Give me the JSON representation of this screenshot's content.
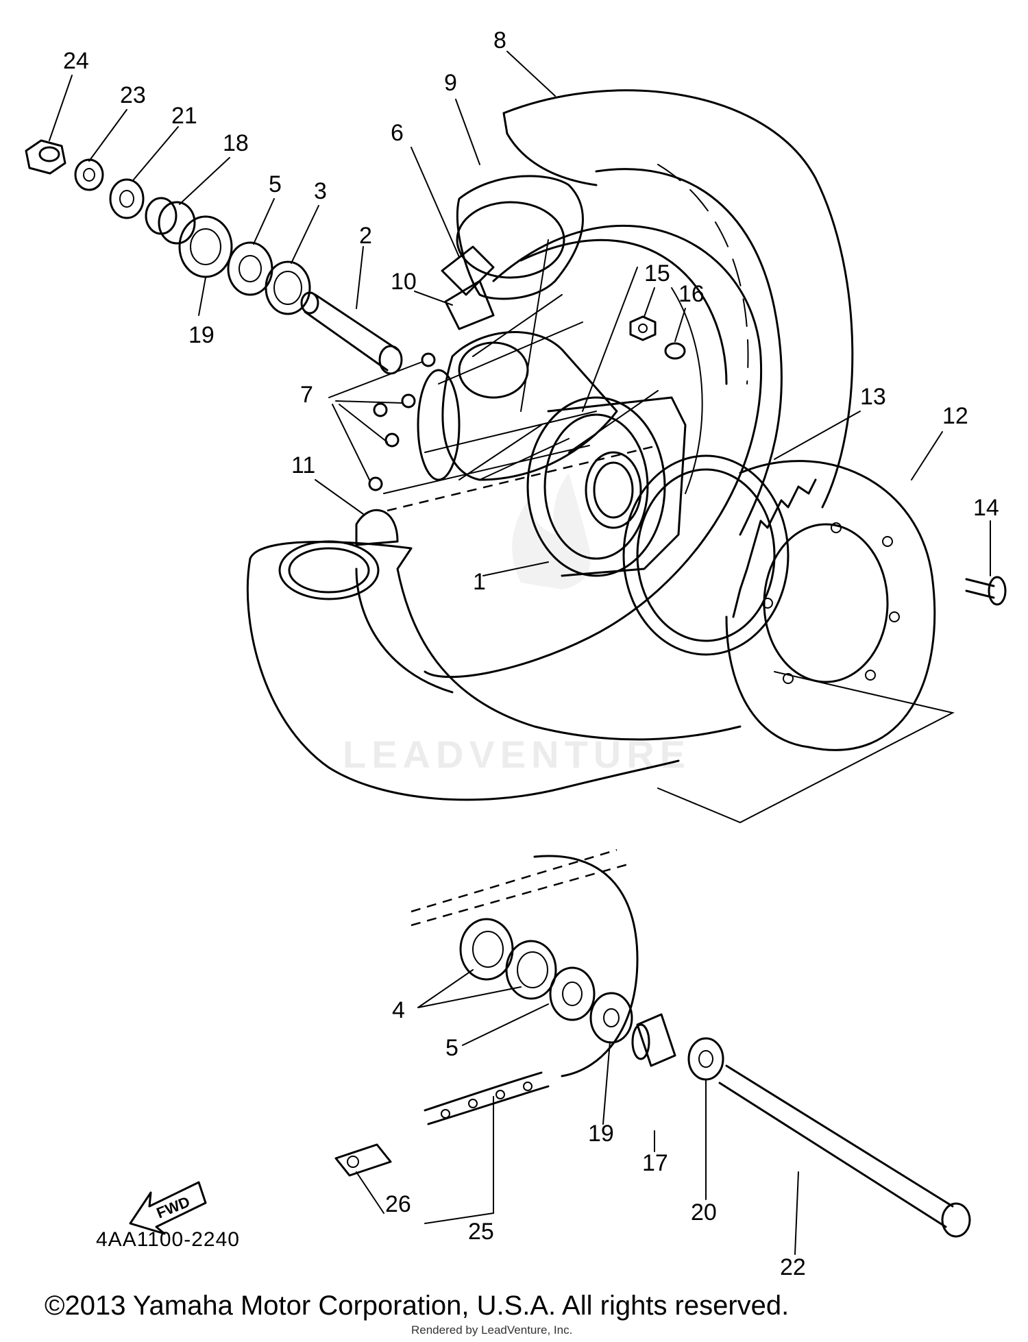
{
  "diagram": {
    "callouts": [
      {
        "id": "c24",
        "text": "24"
      },
      {
        "id": "c23",
        "text": "23"
      },
      {
        "id": "c21",
        "text": "21"
      },
      {
        "id": "c18",
        "text": "18"
      },
      {
        "id": "c5a",
        "text": "5"
      },
      {
        "id": "c3",
        "text": "3"
      },
      {
        "id": "c2",
        "text": "2"
      },
      {
        "id": "c19a",
        "text": "19"
      },
      {
        "id": "c8",
        "text": "8"
      },
      {
        "id": "c9",
        "text": "9"
      },
      {
        "id": "c6",
        "text": "6"
      },
      {
        "id": "c10",
        "text": "10"
      },
      {
        "id": "c15",
        "text": "15"
      },
      {
        "id": "c16",
        "text": "16"
      },
      {
        "id": "c7",
        "text": "7"
      },
      {
        "id": "c13",
        "text": "13"
      },
      {
        "id": "c12",
        "text": "12"
      },
      {
        "id": "c14",
        "text": "14"
      },
      {
        "id": "c11",
        "text": "11"
      },
      {
        "id": "c1",
        "text": "1"
      },
      {
        "id": "c4",
        "text": "4"
      },
      {
        "id": "c5b",
        "text": "5"
      },
      {
        "id": "c19b",
        "text": "19"
      },
      {
        "id": "c17",
        "text": "17"
      },
      {
        "id": "c20",
        "text": "20"
      },
      {
        "id": "c22",
        "text": "22"
      },
      {
        "id": "c26",
        "text": "26"
      },
      {
        "id": "c25",
        "text": "25"
      }
    ],
    "fwd_label": "FWD",
    "diagram_code": "4AA1100-2240",
    "copyright": "©2013 Yamaha Motor Corporation, U.S.A. All rights reserved.",
    "rendered_by": "Rendered by LeadVenture, Inc.",
    "watermark": "LEADVENTURE"
  }
}
